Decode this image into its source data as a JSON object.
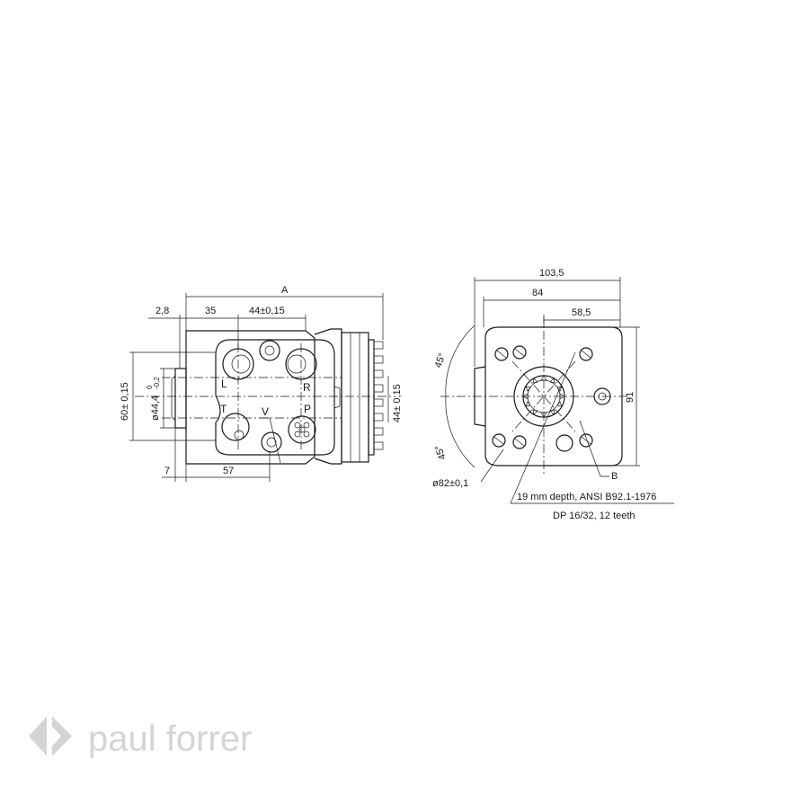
{
  "dimensions": {
    "a": "A",
    "d2_8": "2,8",
    "d35": "35",
    "d44_15": "44±0,15",
    "d60": "60± 0,15",
    "d44_4": "ø44,4",
    "tol_upper": "0",
    "tol_lower": "-0,2",
    "d44_right": "44± 0,15",
    "d7": "7",
    "d57": "57",
    "d103_5": "103,5",
    "d84": "84",
    "d58_5": "58,5",
    "d91": "91",
    "angle_top": "45°",
    "angle_bottom": "45°",
    "d82": "ø82±0,1",
    "label_b": "B"
  },
  "ports": {
    "l": "L",
    "r": "R",
    "t": "T",
    "v": "V",
    "p": "P"
  },
  "note": {
    "line1": "19 mm depth, ANSI B92.1-1976",
    "line2": "DP 16/32, 12 teeth"
  },
  "brand": {
    "name": "paul forrer"
  }
}
